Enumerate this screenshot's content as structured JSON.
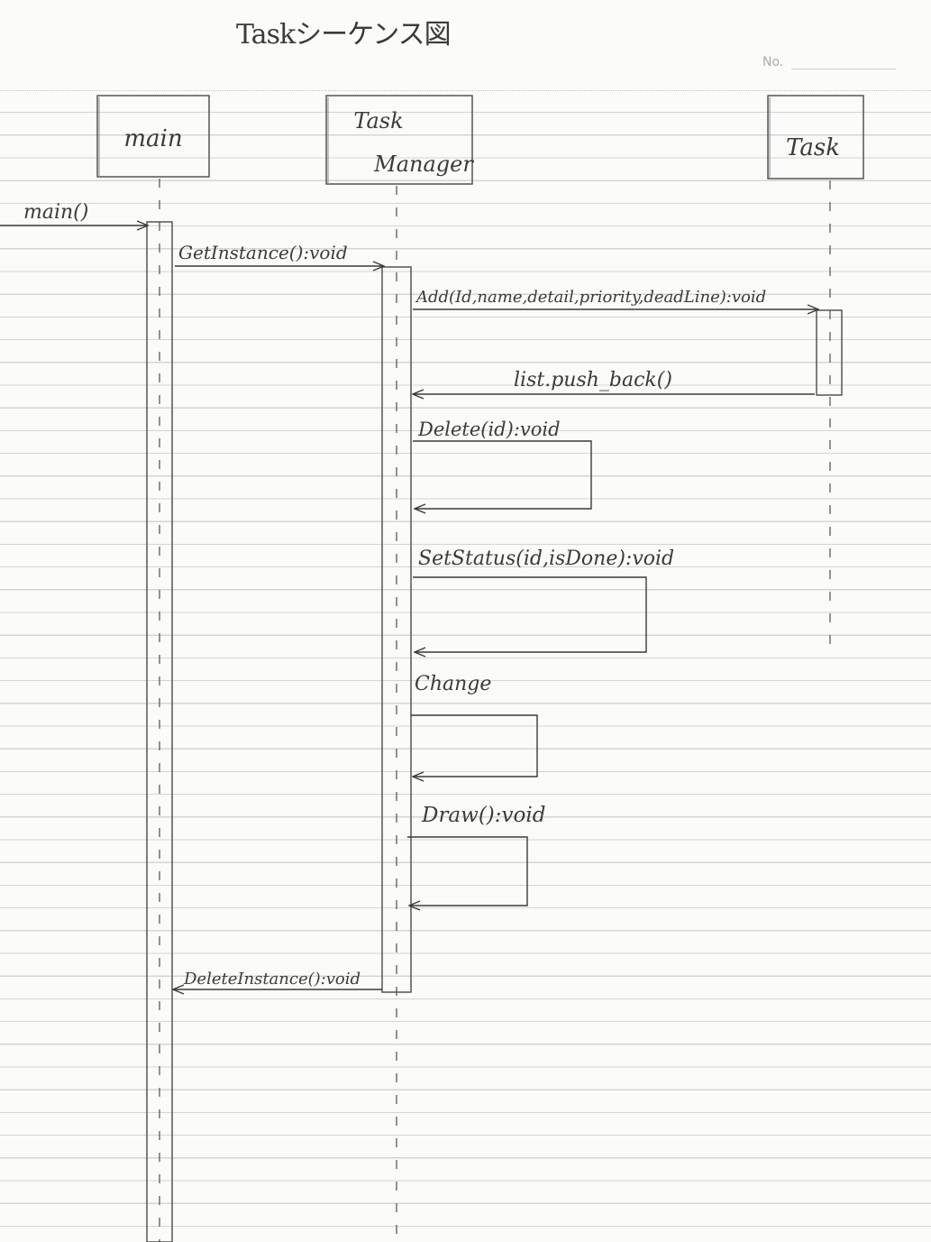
{
  "sheet": {
    "title": "Taskシーケンス図",
    "no_label": "No."
  },
  "lifelines": [
    {
      "id": "main",
      "label_lines": [
        "main"
      ]
    },
    {
      "id": "taskmanager",
      "label_lines": [
        "Task",
        "Manager"
      ]
    },
    {
      "id": "task",
      "label_lines": [
        "Task"
      ]
    }
  ],
  "messages": [
    {
      "id": "main-call",
      "label": "main()",
      "from": "outside",
      "to": "main",
      "kind": "call"
    },
    {
      "id": "get-instance",
      "label": "GetInstance():void",
      "from": "main",
      "to": "taskmanager",
      "kind": "call"
    },
    {
      "id": "add",
      "label": "Add(Id,name,detail,priority,deadLine):void",
      "from": "taskmanager",
      "to": "task",
      "kind": "call"
    },
    {
      "id": "push-back",
      "label": "list.push_back()",
      "from": "task",
      "to": "taskmanager",
      "kind": "return"
    },
    {
      "id": "delete",
      "label": "Delete(id):void",
      "from": "taskmanager",
      "to": "taskmanager",
      "kind": "self"
    },
    {
      "id": "set-status",
      "label": "SetStatus(id,isDone):void",
      "from": "taskmanager",
      "to": "taskmanager",
      "kind": "self"
    },
    {
      "id": "change",
      "label": "Change",
      "from": "taskmanager",
      "to": "taskmanager",
      "kind": "self"
    },
    {
      "id": "draw",
      "label": "Draw():void",
      "from": "taskmanager",
      "to": "taskmanager",
      "kind": "self"
    },
    {
      "id": "delete-instance",
      "label": "DeleteInstance():void",
      "from": "taskmanager",
      "to": "main",
      "kind": "return"
    }
  ]
}
